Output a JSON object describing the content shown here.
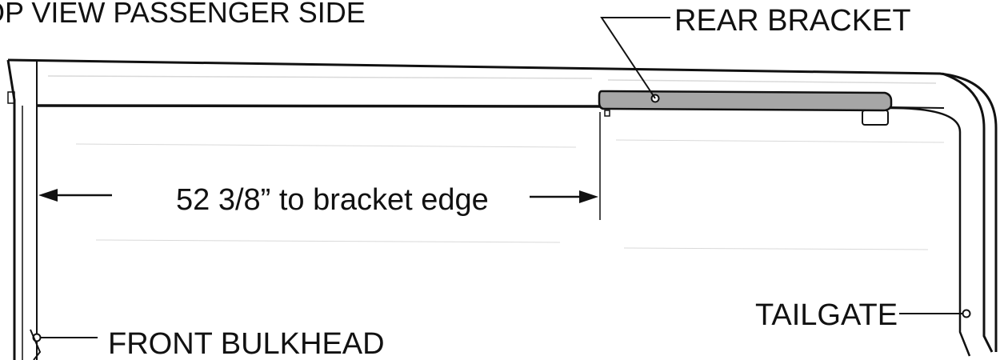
{
  "diagram": {
    "title": "OP VIEW PASSENGER SIDE",
    "labels": {
      "rear_bracket": "REAR BRACKET",
      "measurement": "52 3/8” to bracket edge",
      "tailgate": "TAILGATE",
      "front_bulkhead": "FRONT BULKHEAD"
    },
    "colors": {
      "line": "#111111",
      "bracket_fill": "#a6a6a6",
      "faint_detail": "#d9d9d9"
    }
  }
}
